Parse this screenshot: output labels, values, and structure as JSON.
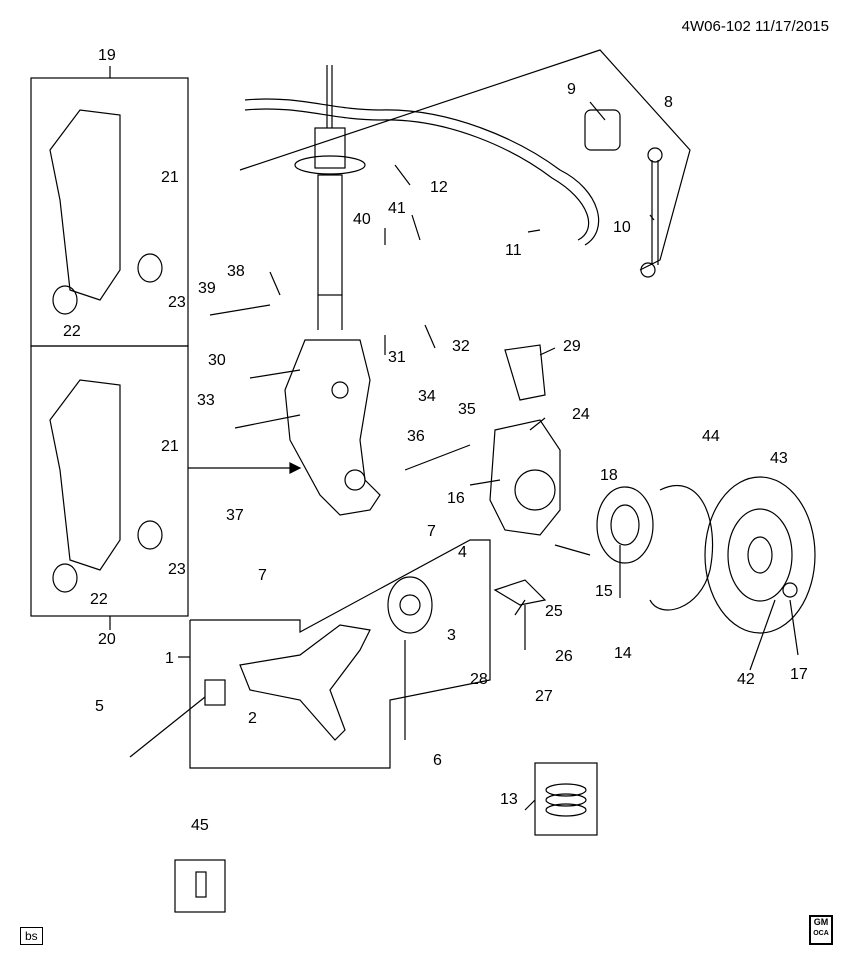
{
  "header": {
    "diagram_id": "4W06-102",
    "date": "11/17/2015"
  },
  "footer": {
    "left_box": "bs",
    "logo_top": "GM",
    "logo_bottom": "OCA"
  },
  "callouts": [
    {
      "n": "1"
    },
    {
      "n": "2"
    },
    {
      "n": "3"
    },
    {
      "n": "4"
    },
    {
      "n": "5"
    },
    {
      "n": "6"
    },
    {
      "n": "7"
    },
    {
      "n": "7b",
      "label": "7"
    },
    {
      "n": "8"
    },
    {
      "n": "9"
    },
    {
      "n": "10"
    },
    {
      "n": "11"
    },
    {
      "n": "12"
    },
    {
      "n": "13"
    },
    {
      "n": "14"
    },
    {
      "n": "15"
    },
    {
      "n": "15b",
      "label": "15"
    },
    {
      "n": "16"
    },
    {
      "n": "17"
    },
    {
      "n": "18"
    },
    {
      "n": "19"
    },
    {
      "n": "20"
    },
    {
      "n": "21"
    },
    {
      "n": "21b",
      "label": "21"
    },
    {
      "n": "22"
    },
    {
      "n": "22b",
      "label": "22"
    },
    {
      "n": "23"
    },
    {
      "n": "23b",
      "label": "23"
    },
    {
      "n": "24"
    },
    {
      "n": "25"
    },
    {
      "n": "26"
    },
    {
      "n": "27"
    },
    {
      "n": "28"
    },
    {
      "n": "29"
    },
    {
      "n": "30"
    },
    {
      "n": "31"
    },
    {
      "n": "32"
    },
    {
      "n": "33"
    },
    {
      "n": "34"
    },
    {
      "n": "35"
    },
    {
      "n": "36"
    },
    {
      "n": "37"
    },
    {
      "n": "38"
    },
    {
      "n": "39"
    },
    {
      "n": "40"
    },
    {
      "n": "41"
    },
    {
      "n": "42"
    },
    {
      "n": "43"
    },
    {
      "n": "44"
    },
    {
      "n": "45"
    }
  ]
}
